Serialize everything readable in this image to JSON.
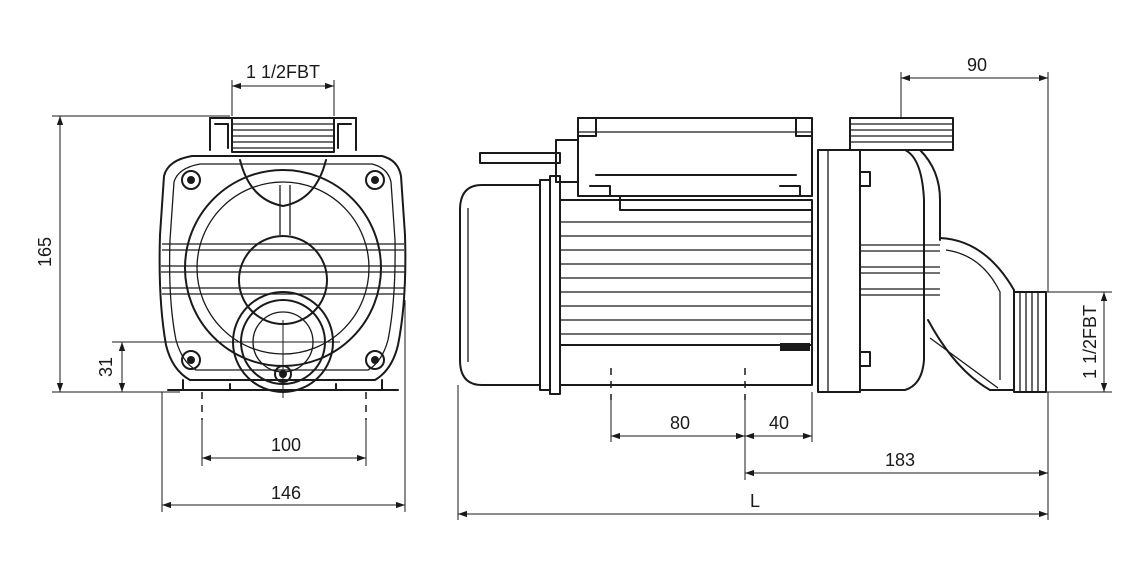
{
  "dimensions": {
    "front_height": "165",
    "front_outlet_height": "31",
    "front_inlet_thread": "1 1/2FBT",
    "front_foot_spacing": "100",
    "front_width": "146",
    "side_outlet_offset": "90",
    "side_inlet_thread": "1 1/2FBT",
    "side_foot_spacing": "80",
    "side_foot_to_housing": "40",
    "side_foot_to_inlet": "183",
    "side_total_length": "L"
  }
}
